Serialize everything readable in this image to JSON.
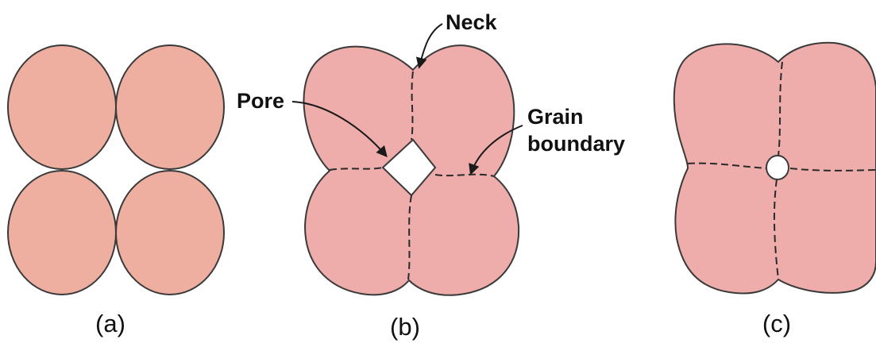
{
  "colors": {
    "particle_a": "#eeaea0",
    "particle_bc": "#eeadab",
    "outline": "#3a3a3a",
    "pore": "#ffffff"
  },
  "panels": [
    {
      "id": "a",
      "label": "(a)",
      "stage": "loose particles in contact"
    },
    {
      "id": "b",
      "label": "(b)",
      "stage": "neck growth with pore"
    },
    {
      "id": "c",
      "label": "(c)",
      "stage": "densified with small pore"
    }
  ],
  "annotations": {
    "neck": "Neck",
    "pore": "Pore",
    "grain_boundary_line1": "Grain",
    "grain_boundary_line2": "boundary"
  }
}
